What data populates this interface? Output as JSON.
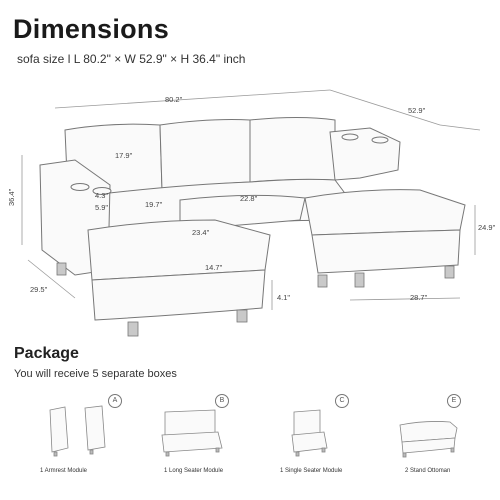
{
  "header": {
    "title": "Dimensions",
    "subtitle": "sofa size l L 80.2\" × W 52.9\" × H 36.4\" inch"
  },
  "dimensions": {
    "length": "80.2\"",
    "width": "52.9\"",
    "height": "36.4\"",
    "back_height": "17.9\"",
    "armrest_width": "4.3\"",
    "cupholder": "5.9\"",
    "seat_depth": "19.7\"",
    "seat_width": "22.8\"",
    "ottoman_depth": "23.4\"",
    "ottoman_width": "14.7\"",
    "leg_height": "4.1\"",
    "chaise_depth": "29.5\"",
    "ottoman_height": "24.9\"",
    "ottoman_length": "28.7\""
  },
  "package": {
    "title": "Package",
    "subtitle": "You will receive 5 separate boxes",
    "items": [
      {
        "letter": "A",
        "caption": "1 Armrest Module"
      },
      {
        "letter": "B",
        "caption": "1 Long Seater Module"
      },
      {
        "letter": "C",
        "caption": "1 Single Seater Module"
      },
      {
        "letter": "E",
        "caption": "2 Stand Ottoman"
      }
    ]
  }
}
